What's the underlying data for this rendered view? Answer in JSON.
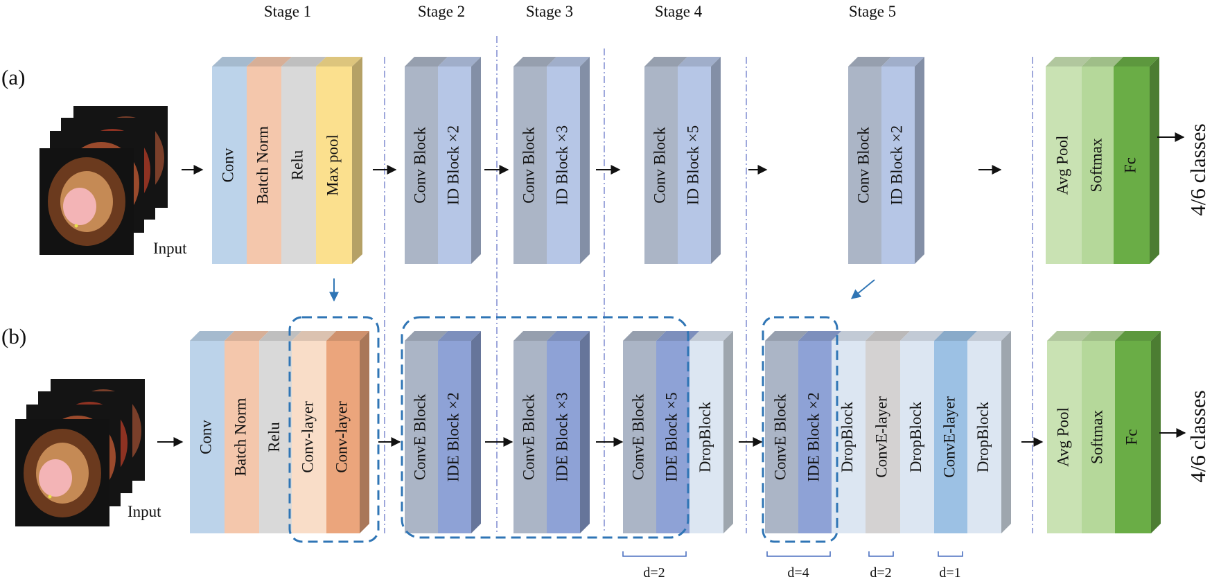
{
  "stage_labels": [
    "Stage 1",
    "Stage 2",
    "Stage 3",
    "Stage 4",
    "Stage 5"
  ],
  "row_a": {
    "tag": "(a)",
    "input_label": "Input",
    "output_label": "4/6 classes",
    "blocks": {
      "conv": "Conv",
      "batch_norm": "Batch Norm",
      "relu": "Relu",
      "max_pool": "Max pool",
      "s2_conv_block": "Conv Block",
      "s2_id_block": "ID Block  ×2",
      "s3_conv_block": "Conv Block",
      "s3_id_block": "ID Block  ×3",
      "s4_conv_block": "Conv Block",
      "s4_id_block": "ID Block  ×5",
      "s5_conv_block": "Conv Block",
      "s5_id_block": "ID Block  ×2",
      "avg_pool": "Avg Pool",
      "softmax": "Softmax",
      "fc": "Fc"
    }
  },
  "row_b": {
    "tag": "(b)",
    "input_label": "Input",
    "output_label": "4/6 classes",
    "blocks": {
      "conv": "Conv",
      "batch_norm": "Batch Norm",
      "relu": "Relu",
      "conv_layer_1": "Conv-layer",
      "conv_layer_2": "Conv-layer",
      "s2_conve_block": "ConvE Block",
      "s2_ide_block": "IDE Block  ×2",
      "s3_conve_block": "ConvE Block",
      "s3_ide_block": "IDE Block  ×3",
      "s4_conve_block": "ConvE Block",
      "s4_ide_block": "IDE Block  ×5",
      "s4_dropblock": "DropBlock",
      "s5_conve_block": "ConvE Block",
      "s5_ide_block": "IDE Block  ×2",
      "s5_dropblock_1": "DropBlock",
      "s5_conve_layer_1": "ConvE-layer",
      "s5_dropblock_2": "DropBlock",
      "s5_conve_layer_2": "ConvE-layer",
      "s5_dropblock_3": "DropBlock",
      "avg_pool": "Avg Pool",
      "softmax": "Softmax",
      "fc": "Fc"
    },
    "dilation_labels": [
      "d=2",
      "d=4",
      "d=2",
      "d=1"
    ]
  },
  "colors": {
    "conv": "#bcd3ea",
    "batch_norm": "#f4c7ac",
    "relu": "#d9d9d9",
    "max_pool": "#fbe08e",
    "conv_layer_light": "#f9ddc8",
    "conv_layer_dark": "#eba57c",
    "block_grey": "#abb5c6",
    "block_lavender": "#b6c6e6",
    "block_blue": "#8ea2d6",
    "dropblock": "#dce6f2",
    "conve_layer_grey": "#d4d2d2",
    "conve_layer_blue": "#9cc1e4",
    "head_light": "#c9e2b3",
    "head_mid": "#b5d89a",
    "head_dark": "#6aad46",
    "dashed_group": "#2f75b5",
    "separator": "#6a78c8"
  }
}
